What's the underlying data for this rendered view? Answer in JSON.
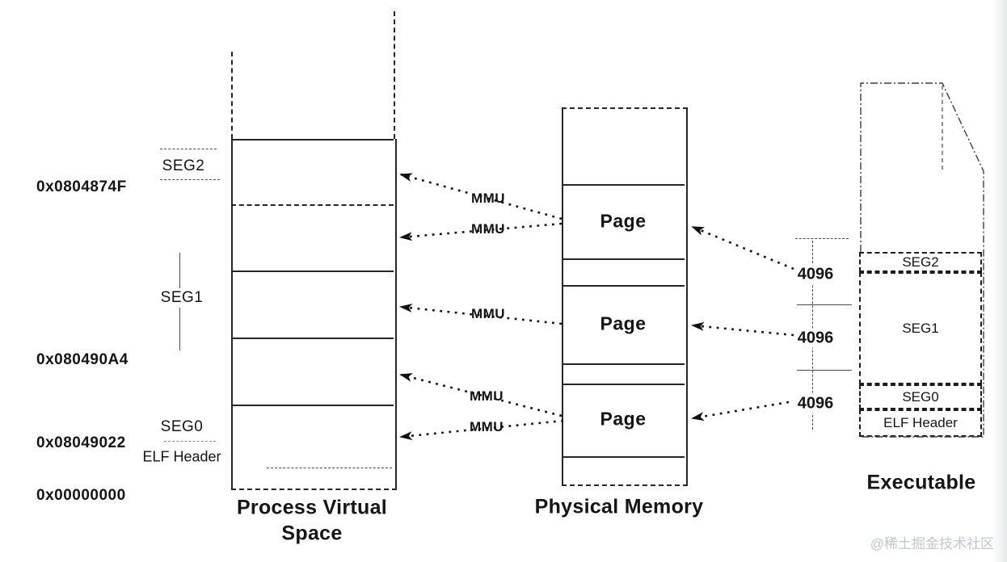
{
  "addresses": [
    "0x0804874F",
    "0x080490A4",
    "0x08049022",
    "0x00000000"
  ],
  "segments_left": {
    "seg2": "SEG2",
    "seg1": "SEG1",
    "seg0": "SEG0",
    "elf_header": "ELF Header"
  },
  "process_virtual_space": {
    "title_line1": "Process Virtual",
    "title_line2": "Space"
  },
  "physical_memory": {
    "title": "Physical Memory",
    "page_labels": [
      "Page",
      "Page",
      "Page"
    ]
  },
  "executable": {
    "title": "Executable",
    "segments": [
      "SEG2",
      "SEG1",
      "SEG0",
      "ELF Header"
    ]
  },
  "mmu_labels": [
    "MMU",
    "MMU",
    "MMU",
    "MMU",
    "MMU"
  ],
  "page_sizes": [
    "4096",
    "4096",
    "4096"
  ],
  "watermark": "@稀土掘金技术社区",
  "colors": {
    "ink": "#262626",
    "watermark": "#c2c5c9"
  }
}
